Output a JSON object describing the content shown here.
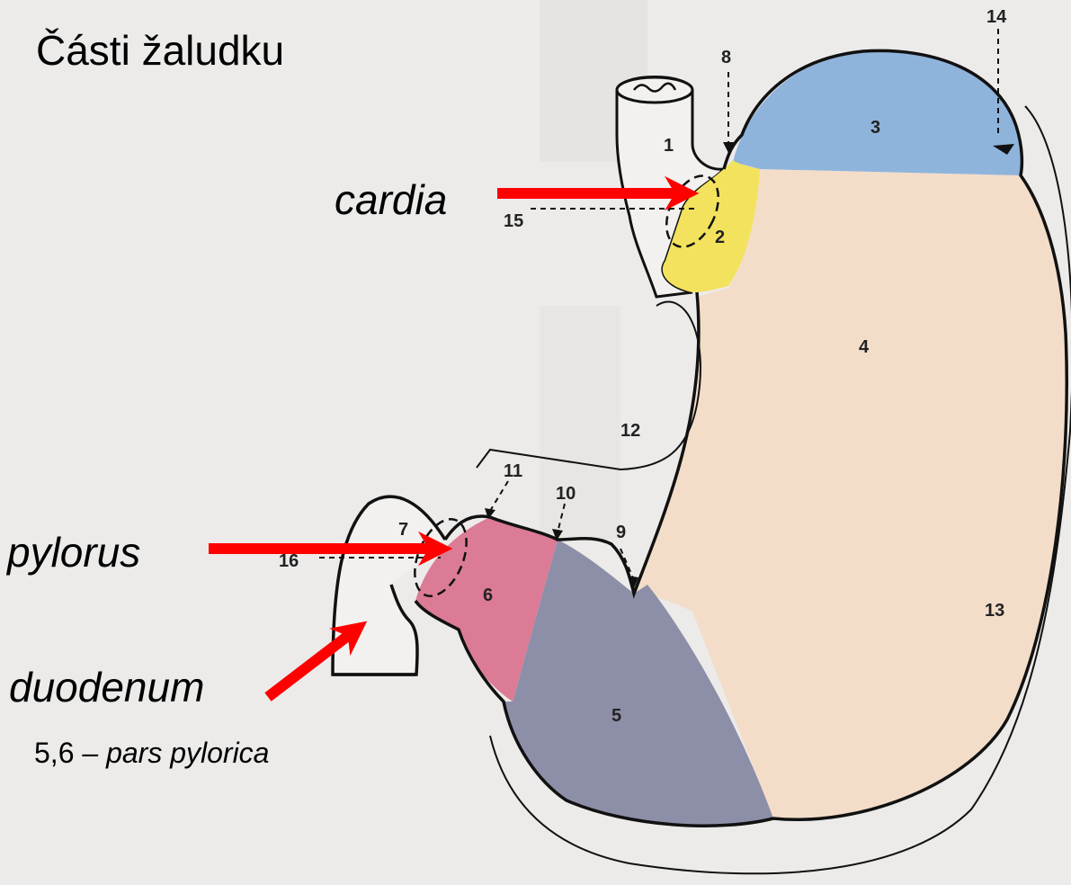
{
  "title": "Části žaludku",
  "footnote": {
    "prefix": "5,6 – ",
    "italic": "pars pylorica"
  },
  "labels": {
    "cardia": "cardia",
    "pylorus": "pylorus",
    "duodenum": "duodenum"
  },
  "numbers": [
    "1",
    "2",
    "3",
    "4",
    "5",
    "6",
    "7",
    "8",
    "9",
    "10",
    "11",
    "12",
    "13",
    "14",
    "15",
    "16"
  ],
  "colors": {
    "background": "#ecebea",
    "fundus": "#8fb4dc",
    "cardia_zone": "#f2e25e",
    "body": "#f3ddc9",
    "antrum": "#8d8fa8",
    "pyloric_canal": "#dc7b96",
    "outline": "#111111",
    "arrow": "#ff0000"
  }
}
